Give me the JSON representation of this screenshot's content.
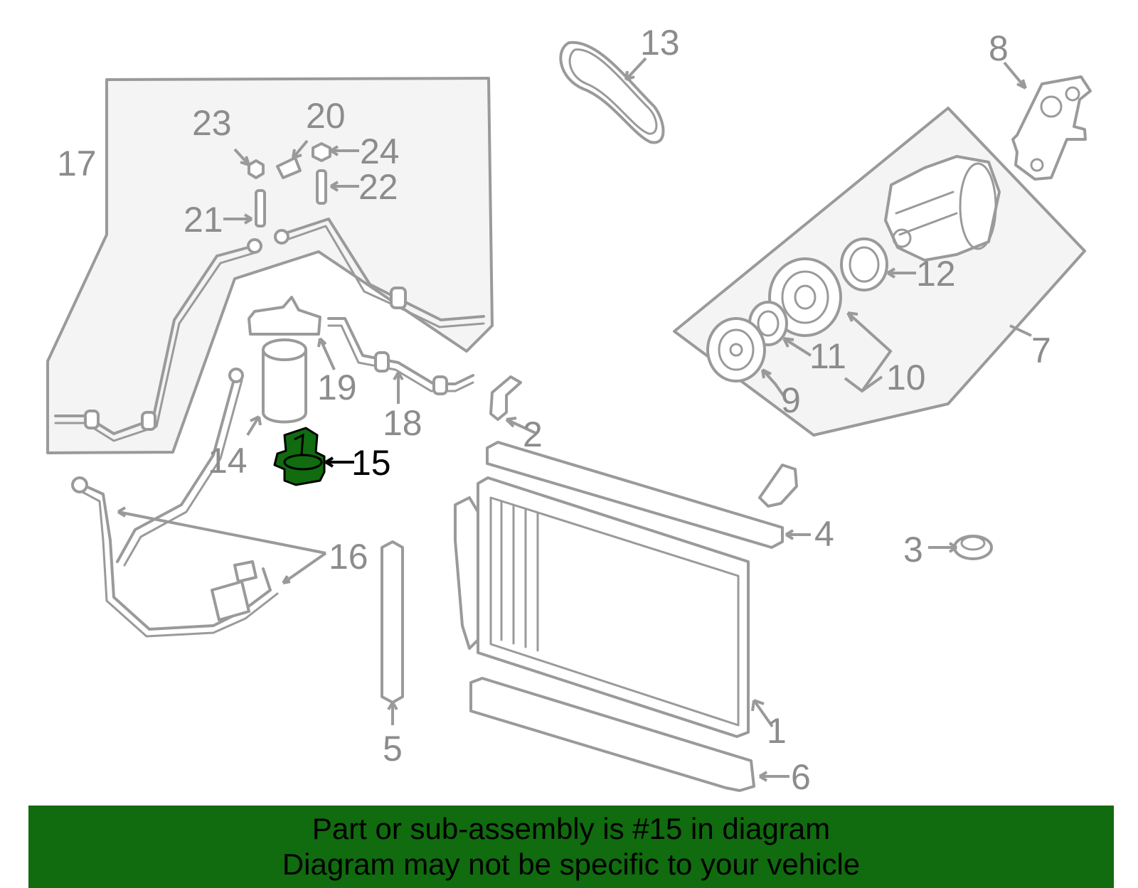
{
  "callouts": {
    "c1": "1",
    "c2": "2",
    "c3": "3",
    "c4": "4",
    "c5": "5",
    "c6": "6",
    "c7": "7",
    "c8": "8",
    "c9": "9",
    "c10": "10",
    "c11": "11",
    "c12": "12",
    "c13": "13",
    "c14": "14",
    "c15": "15",
    "c16": "16",
    "c17": "17",
    "c18": "18",
    "c19": "19",
    "c20": "20",
    "c21": "21",
    "c22": "22",
    "c23": "23",
    "c24": "24"
  },
  "banner": {
    "line1": "Part or sub-assembly is #15 in diagram",
    "line2": "Diagram may not be specific to your vehicle"
  },
  "colors": {
    "highlight": "#116b0f",
    "banner_bg": "#116b0f",
    "line": "#9a9a9a"
  }
}
